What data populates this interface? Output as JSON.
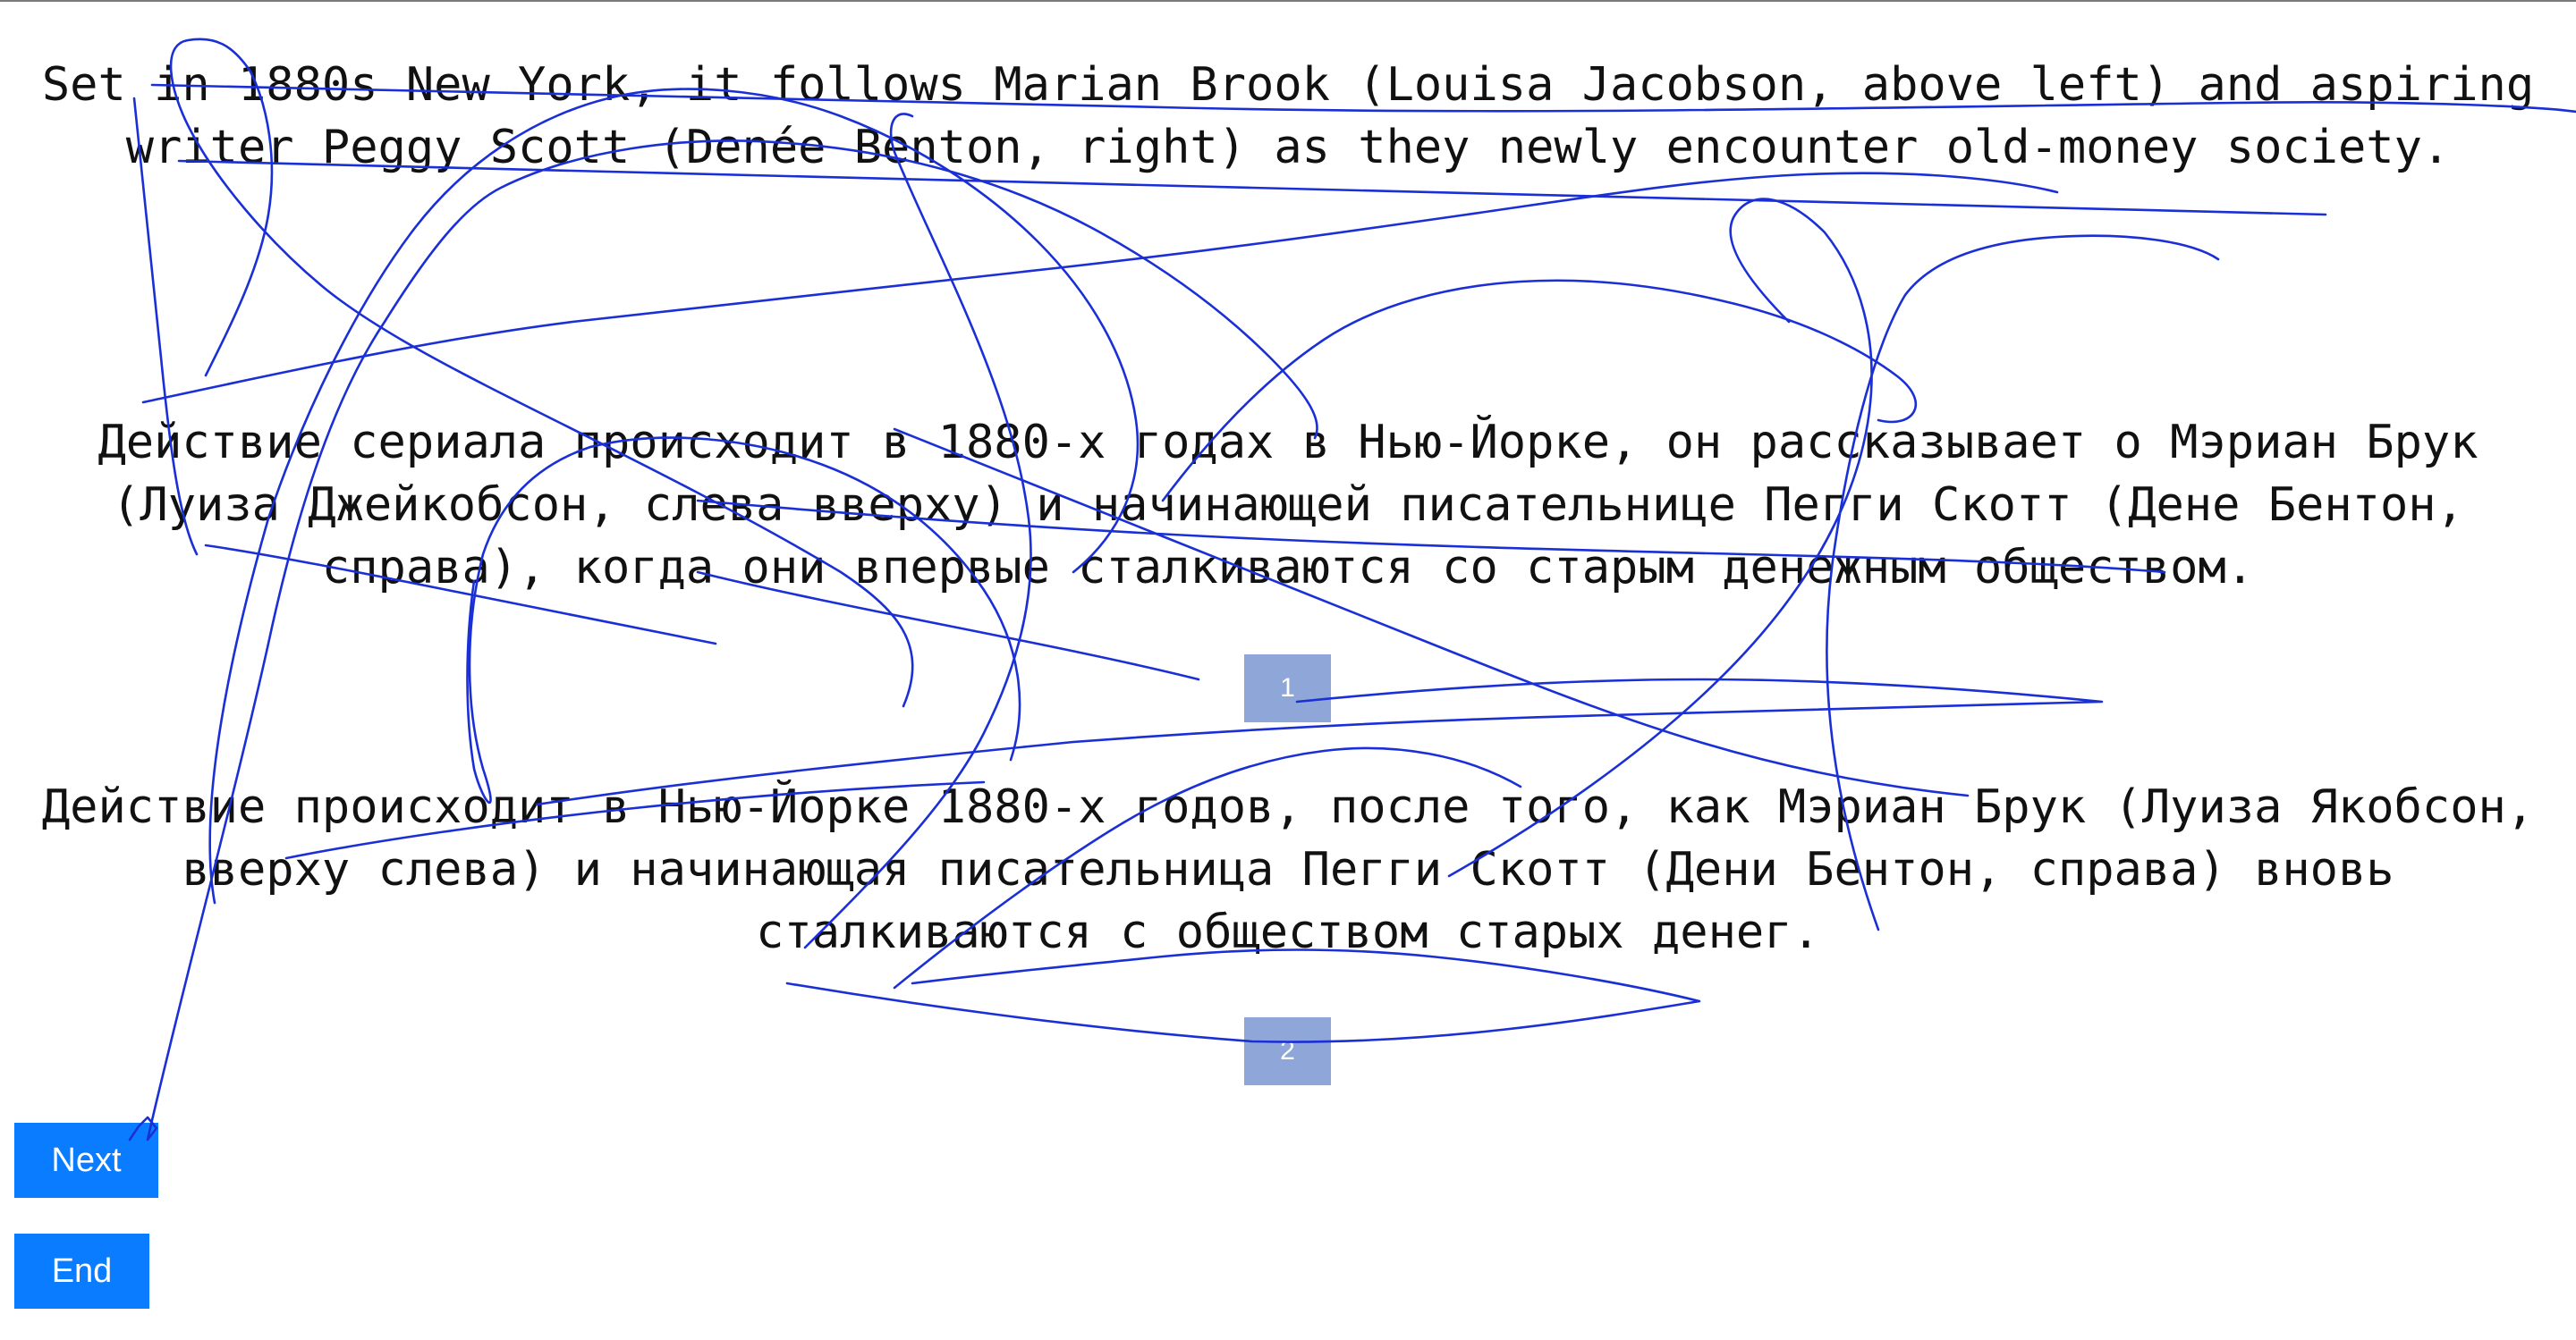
{
  "texts": {
    "source": "Set in 1880s New York, it follows Marian Brook (Louisa Jacobson, above left) and aspiring writer Peggy Scott (Denée Benton, right) as they newly encounter old-money society.",
    "translation_1": "Действие сериала происходит в 1880-х годах в Нью-Йорке, он рассказывает о Мэриан Брук (Луиза Джейкобсон, слева вверху) и начинающей писательнице Пегги Скотт (Дене Бентон, справа), когда они впервые сталкиваются со старым денежным обществом.",
    "translation_2": "Действие происходит в Нью-Йорке 1880-х годов, после того, как Мэриан Брук (Луиза Якобсон, вверху слева) и начинающая писательница Пегги Скотт (Дени Бентон, справа) вновь сталкиваются с обществом старых денег."
  },
  "badges": {
    "first": "1",
    "second": "2"
  },
  "buttons": {
    "next": "Next",
    "end": "End"
  },
  "colors": {
    "button_bg": "#0a7cff",
    "badge_bg": "#8fa7d8",
    "scribble_stroke": "#1a2fd6"
  }
}
